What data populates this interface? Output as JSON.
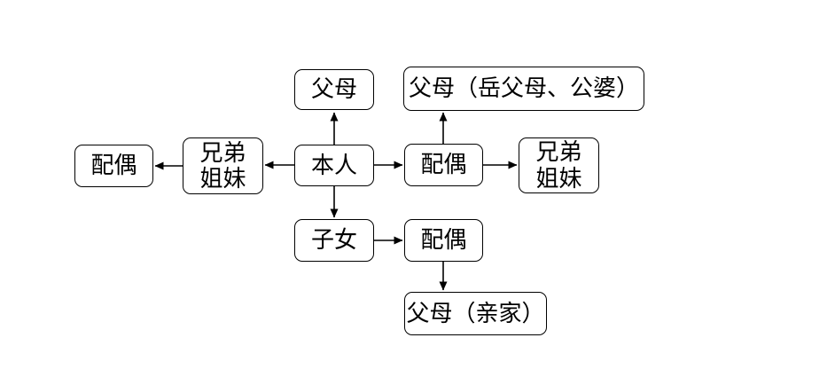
{
  "diagram": {
    "type": "family-relationship-diagram",
    "colors": {
      "background": "#ffffff",
      "node_border": "#000000",
      "node_fill": "#ffffff",
      "text": "#000000",
      "arrow": "#000000"
    },
    "nodes": {
      "parents_self": {
        "label": "父母"
      },
      "parents_inlaw": {
        "label": "父母（岳父母、公婆）"
      },
      "spouse_left": {
        "label": "配偶"
      },
      "siblings_left": {
        "label": "兄弟\n姐妹"
      },
      "self": {
        "label": "本人"
      },
      "spouse": {
        "label": "配偶"
      },
      "siblings_right": {
        "label": "兄弟\n姐妹"
      },
      "children": {
        "label": "子女"
      },
      "spouse_child": {
        "label": "配偶"
      },
      "parents_qinjia": {
        "label": "父母（亲家）"
      }
    },
    "edges": [
      {
        "from": "self",
        "to": "parents_self",
        "direction": "up"
      },
      {
        "from": "self",
        "to": "siblings_left",
        "direction": "left"
      },
      {
        "from": "siblings_left",
        "to": "spouse_left",
        "direction": "left"
      },
      {
        "from": "self",
        "to": "spouse",
        "direction": "right"
      },
      {
        "from": "spouse",
        "to": "parents_inlaw",
        "direction": "up"
      },
      {
        "from": "spouse",
        "to": "siblings_right",
        "direction": "right"
      },
      {
        "from": "self",
        "to": "children",
        "direction": "down"
      },
      {
        "from": "children",
        "to": "spouse_child",
        "direction": "right"
      },
      {
        "from": "spouse_child",
        "to": "parents_qinjia",
        "direction": "down"
      }
    ]
  }
}
